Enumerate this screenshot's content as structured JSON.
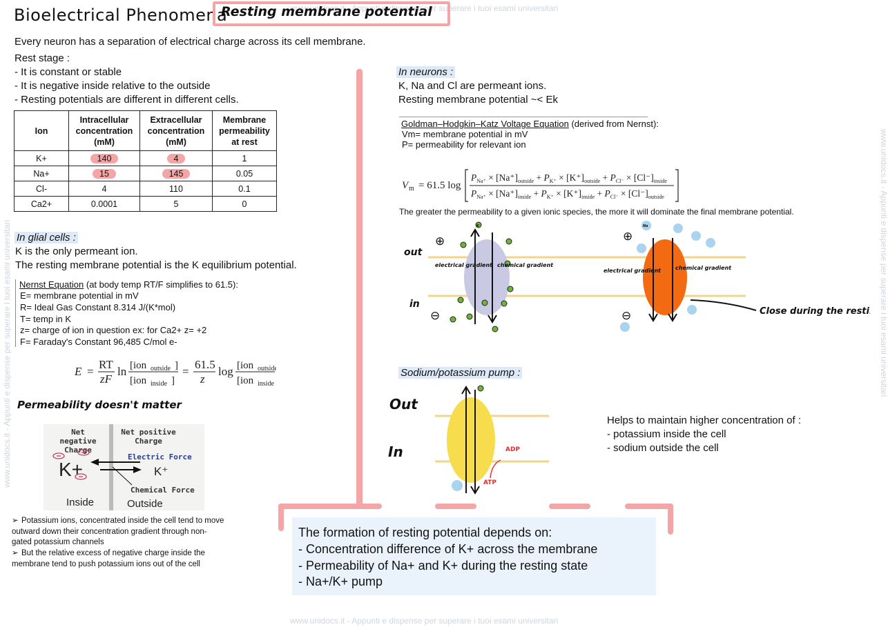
{
  "header": {
    "title": "Bioelectrical Phenomena",
    "tag": "Resting membrane potential"
  },
  "watermark": {
    "top": "www.unidocs.it - Appunti e dispense per superare i tuoi esami universitari",
    "bottom": "www.unidocs.it - Appunti e dispense per superare i tuoi esami universitari",
    "side_left": "www.unidocs.it - Appunti e dispense per superare i tuoi esami universitari",
    "side_right": "www.unidocs.it - Appunti e dispense per superare i tuoi esami universitari"
  },
  "left": {
    "intro": "Every neuron has a separation of electrical charge across its cell membrane.",
    "rest_heading": "Rest stage :",
    "rest_items": [
      "- It is constant or stable",
      "- It is negative inside relative to the outside",
      "- Resting potentials are different in different cells."
    ],
    "table": {
      "headers": [
        "Ion",
        "Intracellular concentration (mM)",
        "Extracellular concentration (mM)",
        "Membrane permeability at rest"
      ],
      "rows": [
        [
          "K+",
          "140",
          "4",
          "1"
        ],
        [
          "Na+",
          "15",
          "145",
          "0.05"
        ],
        [
          "Cl-",
          "4",
          "110",
          "0.1"
        ],
        [
          "Ca2+",
          "0.0001",
          "5",
          "0"
        ]
      ]
    },
    "glial_heading": "In glial cells :",
    "glial_lines": [
      "K is the only permeant ion.",
      "The resting membrane potential is the K equilibrium potential."
    ],
    "nernst_title": "Nernst Equation",
    "nernst_note": "(at body temp RT/F simplifies to 61.5):",
    "nernst_vars": [
      "E= membrane potential in mV",
      "R= Ideal Gas Constant 8.314 J/(K*mol)",
      "T= temp in K",
      "z= charge of ion in question ex: for Ca2+ z= +2",
      "F= Faraday's Constant 96,485 C/mol e-"
    ],
    "perm_note": "Permeability doesn't matter",
    "diagram": {
      "net_negative": "Net negative Charge",
      "net_positive": "Net positive Charge",
      "electric_force": "Electric Force",
      "chemical_force": "Chemical Force",
      "inside": "Inside",
      "outside": "Outside",
      "ion_left": "K+",
      "ion_right": "K⁺"
    },
    "bullets": [
      "Potassium ions, concentrated inside the cell tend to move outward down their concentration gradient through non-gated potassium channels",
      "But the relative excess of negative charge inside the membrane tend to push potassium ions out of the cell"
    ]
  },
  "right": {
    "neurons_heading": "In neurons :",
    "neurons_lines": [
      "K, Na and Cl are permeant ions.",
      "Resting membrane potential ~< Ek"
    ],
    "ghk_title": "Goldman–Hodgkin–Katz Voltage Equation",
    "ghk_note": "(derived from Nernst):",
    "ghk_vars": [
      "Vm= membrane potential in mV",
      "P= permeability for relevant ion"
    ],
    "dominance": "The greater the permeability to a given ionic species, the more it will dominate the final membrane potential.",
    "sketch": {
      "out": "out",
      "in": "in",
      "plus": "⊕",
      "minus": "⊖",
      "electrical_gradient": "electrical gradient",
      "chemical_gradient": "chemical gradient",
      "ion_k": "K",
      "ion_na": "Na",
      "close_note": "Close during the resting state"
    },
    "pump_heading": "Sodium/potassium pump :",
    "pump": {
      "out": "Out",
      "in": "In",
      "atp": "ATP",
      "adp": "ADP"
    },
    "pump_helps": "Helps to maintain higher concentration of :",
    "pump_items": [
      "- potassium inside the cell",
      "- sodium outside the cell"
    ]
  },
  "summary": {
    "heading": "The formation of resting potential depends on:",
    "items": [
      "- Concentration difference of K+ across the membrane",
      "- Permeability of Na+ and K+ during the resting state",
      "- Na+/K+ pump"
    ]
  },
  "colors": {
    "accent_pink": "#f4a6a6",
    "highlight_blue": "#dde9f7",
    "channel_purple": "#c9c9e3",
    "channel_orange": "#f26a12",
    "pump_yellow": "#f7dc4e",
    "membrane_line": "#f2d48a",
    "k_ion": "#6fb33a",
    "na_ion": "#a9d3ef"
  }
}
